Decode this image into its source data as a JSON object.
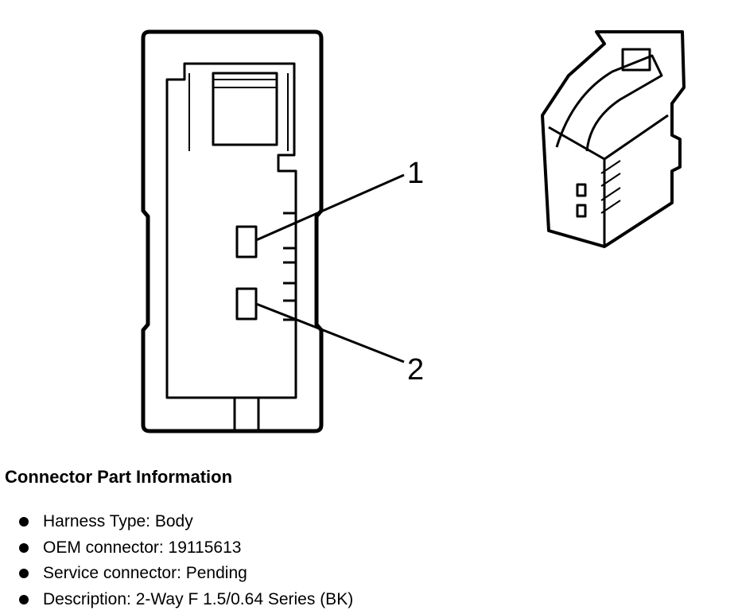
{
  "diagram": {
    "pin_labels": [
      "1",
      "2"
    ]
  },
  "info": {
    "title": "Connector Part Information",
    "items": [
      "Harness Type: Body",
      "OEM connector: 19115613",
      "Service connector: Pending",
      "Description: 2-Way F 1.5/0.64 Series (BK)"
    ]
  }
}
